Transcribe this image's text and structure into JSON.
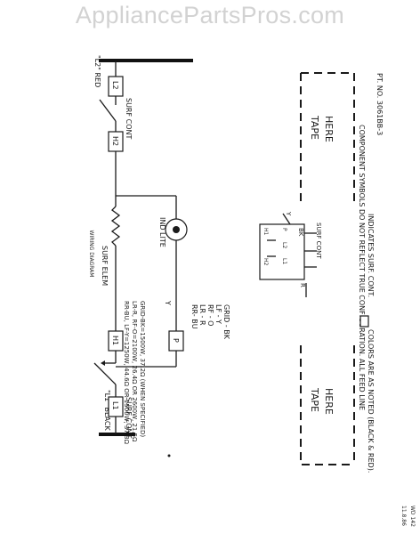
{
  "watermark": "AppliancePartsPros.com",
  "title": "WIRING DIAGRAM",
  "labels": {
    "l1_black": "\"L1\" BLACK",
    "l2_red": "\"L2\" RED",
    "surf_cont": "SURF CONT",
    "surf_elem": "SURF ELEM",
    "ind_lite": "IND LITE",
    "y": "Y",
    "l1": "L1",
    "l2": "L2",
    "h1": "H1",
    "h2": "H2",
    "p": "P"
  },
  "element_ratings": [
    "RR-BU, LF-Y=1250W, 44.6Ω OR 1500W, 37.3Ω",
    "LR-R, RF-O=2100W, 26.4Ω OR 2600W, 21.5Ω",
    "GRID-BK=1500W, 37.2Ω (WHEN SPECIFIED)"
  ],
  "color_key": [
    "RR- BU",
    "LR - R",
    "RF - O",
    "LF - Y",
    "GRID - BK"
  ],
  "switch_detail": {
    "terminals": [
      "H1",
      "H2",
      "L1",
      "L2",
      "P"
    ],
    "labels": [
      "BK",
      "SURF CONT",
      "R",
      "Y"
    ]
  },
  "tape_label": [
    "TAPE",
    "HERE"
  ],
  "notes": {
    "line1": "COMPONENT SYMBOLS DO NOT REFLECT TRUE CONFIGURATION.  ALL FEED LINE",
    "line2": "COLORS ARE AS NOTED  (BLACK & RED).",
    "indicates": "INDICATES  SURF. CONT.",
    "part_no": "PT. NO. 3061BB-3"
  },
  "footer": {
    "date": "11.8.86",
    "code": "WD 142"
  }
}
